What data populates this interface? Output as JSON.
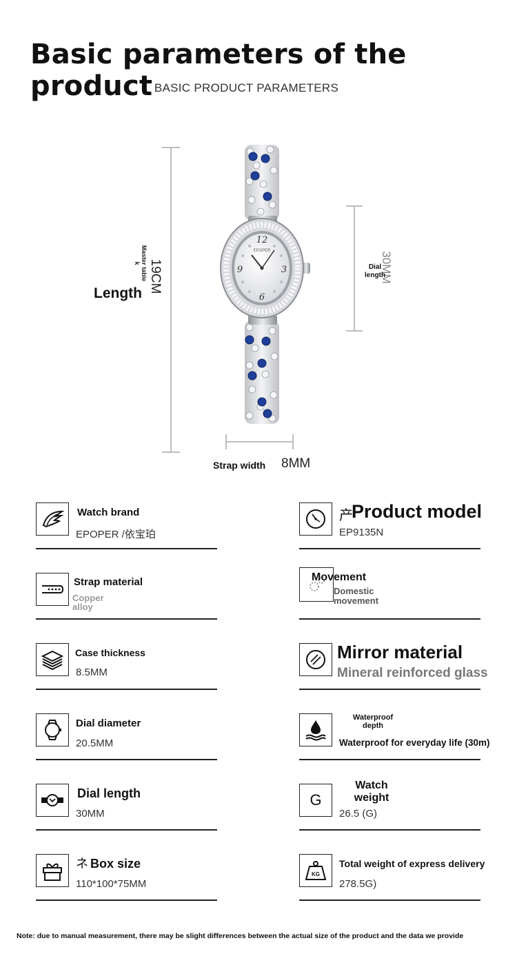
{
  "header": {
    "title": "Basic parameters of the product",
    "subtitle": "BASIC PRODUCT PARAMETERS"
  },
  "dimensions": {
    "length_label": "Length",
    "length_value": "19CM",
    "length_note": "Master table k",
    "dial_label": "Dial length",
    "dial_value": "30MM",
    "strap_label": "Strap width",
    "strap_value": "8MM"
  },
  "watch": {
    "dial_brand": "EPOPER",
    "stone_color": "#1f3f9a",
    "metal_color": "#c9ccd1"
  },
  "params": {
    "brand": {
      "label": "Watch brand",
      "value": "EPOPER /依宝珀"
    },
    "model": {
      "label": "Product model",
      "prefix": "产",
      "value": "EP9135N"
    },
    "strap": {
      "label": "Strap material",
      "value": "Copper alloy"
    },
    "movement": {
      "label": "Movement",
      "value": "Domestic movement"
    },
    "case": {
      "label": "Case thickness",
      "value": "8.5MM"
    },
    "mirror": {
      "label": "Mirror material",
      "value": "Mineral reinforced glass"
    },
    "dial_diameter": {
      "label": "Dial diameter",
      "value": "20.5MM"
    },
    "waterproof": {
      "label": "Waterproof depth",
      "value": "Waterproof for everyday life (30m)"
    },
    "dial_length": {
      "label": "Dial length",
      "value": "30MM"
    },
    "weight": {
      "label": "Watch weight",
      "value": "26.5 (G)",
      "icon_text": "G"
    },
    "box": {
      "label": "Box size",
      "prefix": "ネ",
      "value": "110*100*75MM"
    },
    "express": {
      "label": "Total weight of express delivery",
      "value": "278.5G)",
      "icon_text": "KG"
    }
  },
  "footer": {
    "note": "Note: due to manual measurement, there may be slight differences between the actual size of the product and the data we provide"
  }
}
